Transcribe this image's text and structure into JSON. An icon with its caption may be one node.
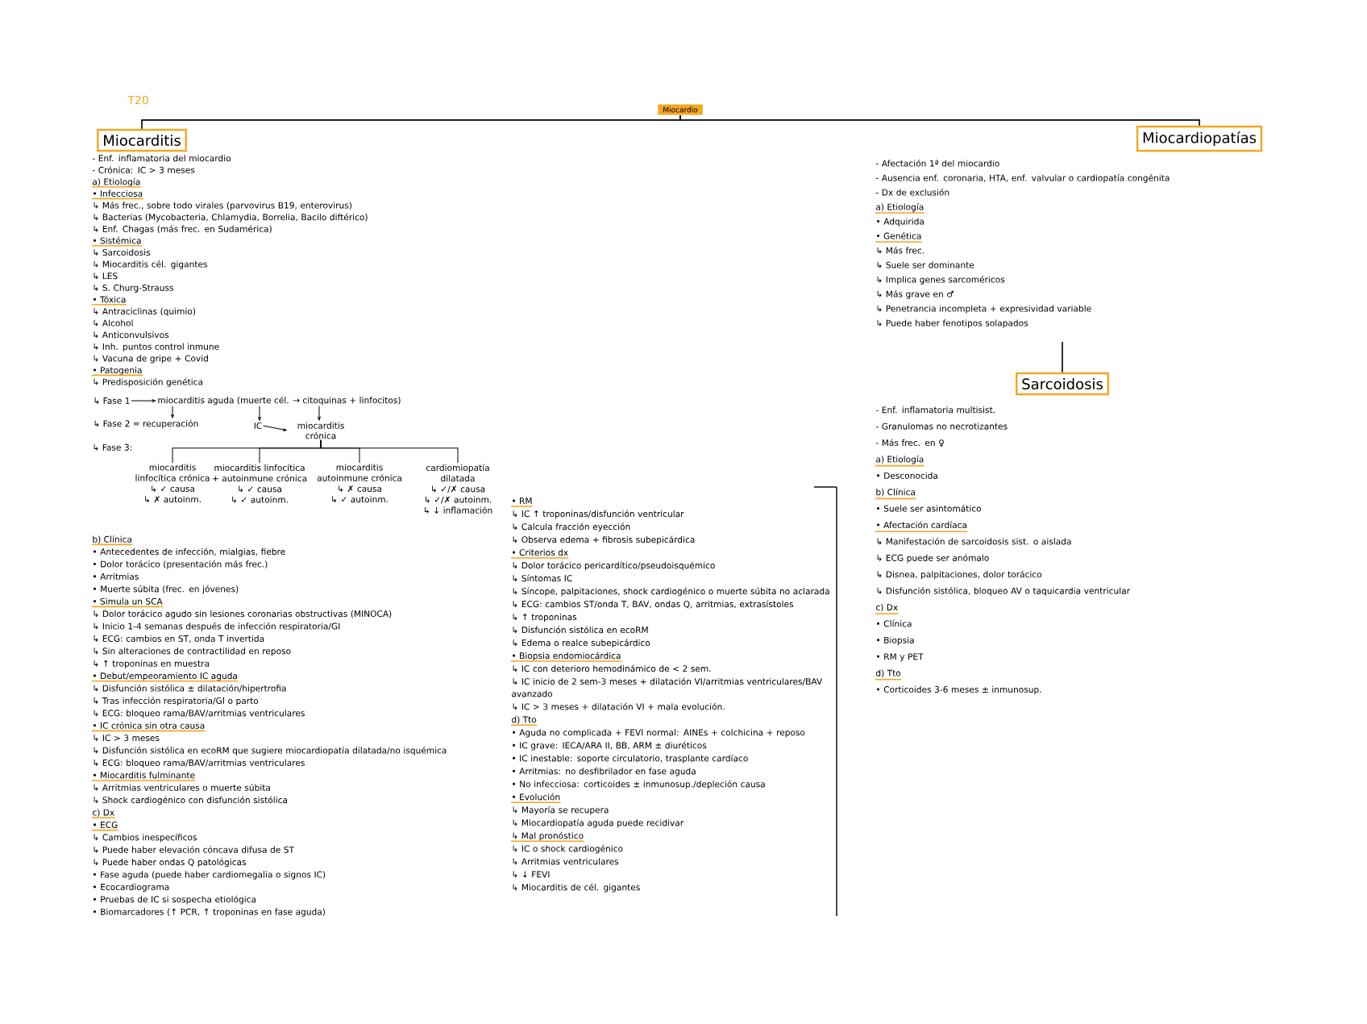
{
  "diagram": {
    "nodes": [
      {
        "text": [
          "Miocardio"
        ]
      },
      {
        "text": [
          "Miocarditis"
        ]
      },
      {
        "text": [
          "Miocardiopatías"
        ]
      },
      {
        "text": [
          "Sarcoidosis"
        ]
      },
      {
        "text": [
          "↳ Fase 1"
        ]
      },
      {
        "text": [
          "miocarditis aguda (muerte cél. → citoquinas + linfocitos)"
        ]
      },
      {
        "text": [
          "↳ Fase 2 = recuperación"
        ]
      },
      {
        "text": [
          "IC"
        ]
      },
      {
        "text": [
          "miocarditis crónica"
        ]
      },
      {
        "text": [
          "miocarditis linfocítica crónica",
          "↳ ✓ causa",
          "↳ ✗ autoinm."
        ]
      },
      {
        "text": [
          "miocarditis linfocítica + autoinmune crónica",
          "↳ ✓ causa",
          "↳ ✓ autoinm."
        ]
      },
      {
        "text": [
          "miocarditis autoinmune crónica",
          "↳ ✗ causa",
          "↳ ✓ autoinm."
        ]
      },
      {
        "text": [
          "cardiomiopatía dilatada",
          "↳ ✓/✗ causa",
          "↳ ✓/✗ autoinm.",
          "↳ ↓ inflamación"
        ]
      }
    ],
    "edges": [
      {
        "from": 0,
        "to": 1,
        "arrow": "none"
      },
      {
        "from": 0,
        "to": 2,
        "arrow": "none"
      },
      {
        "from": null,
        "to": 3,
        "arrow": "none"
      },
      {
        "from": 4,
        "to": 5,
        "arrow": "to"
      },
      {
        "from": 5,
        "to": 6,
        "arrow": "to"
      },
      {
        "from": 5,
        "to": 7,
        "arrow": "to"
      },
      {
        "from": 5,
        "to": 8,
        "arrow": "to"
      },
      {
        "from": 7,
        "to": 8,
        "arrow": "to"
      },
      {
        "from": 8,
        "to": 9,
        "arrow": "none"
      },
      {
        "from": 8,
        "to": 10,
        "arrow": "none"
      },
      {
        "from": 8,
        "to": 11,
        "arrow": "none"
      },
      {
        "from": 8,
        "to": 12,
        "arrow": "none"
      }
    ],
    "labels": [
      "T20",
      "- Enf. inflamatoria del miocardio",
      "- Crónica: IC > 3 meses",
      "a) Etiología",
      "• Infecciosa",
      "↳ Más frec., sobre todo virales (parvovirus B19, enterovirus)",
      "↳ Bacterias (Mycobacteria, Chlamydia, Borrelia, Bacilo diftérico)",
      "↳ Enf. Chagas (más frec. en Sudamérica)",
      "• Sistémica",
      "↳ Sarcoidosis",
      "↳ Miocarditis cél. gigantes",
      "↳ LES",
      "↳ S. Churg-Strauss",
      "• Tóxica",
      "↳ Antraciclinas (quimio)",
      "↳ Alcohol",
      "↳ Anticonvulsivos",
      "↳ Inh. puntos control inmune",
      "↳ Vacuna de gripe + Covid",
      "• Patogenia",
      "↳ Predisposición genética",
      "↳ Fase 3:",
      "b) Clínica",
      "• Antecedentes de infección, mialgias, fiebre",
      "• Dolor torácico (presentación más frec.)",
      "• Arritmias",
      "• Muerte súbita (frec. en jóvenes)",
      "• Simula un SCA",
      "↳ Dolor torácico agudo sin lesiones coronarias obstructivas (MINOCA)",
      "↳ Inicio 1-4 semanas después de infección respiratoria/GI",
      "↳ ECG: cambios en ST, onda T invertida",
      "↳ Sin alteraciones de contractilidad en reposo",
      "↳ ↑ troponinas en muestra",
      "• Debut/empeoramiento IC aguda",
      "↳ Disfunción sistólica ± dilatación/hipertrofia",
      "↳ Tras infección respiratoria/GI o parto",
      "↳ ECG: bloqueo rama/BAV/arritmias ventriculares",
      "• IC crónica sin otra causa",
      "↳ IC > 3 meses",
      "↳ Disfunción sistólica en ecoRM que sugiere miocardiopatía dilatada/no isquémica",
      "↳ ECG: bloqueo rama/BAV/arritmias ventriculares",
      "• Miocarditis fulminante",
      "↳ Arritmias ventriculares o muerte súbita",
      "↳ Shock cardiogénico con disfunción sistólica",
      "c) Dx",
      "• ECG",
      "↳ Cambios inespecíficos",
      "↳ Puede haber elevación cóncava difusa de ST",
      "↳ Puede haber ondas Q patológicas",
      "• Fase aguda (puede haber cardiomegalia o signos IC)",
      "• Ecocardiograma",
      "• Pruebas de IC si sospecha etiológica",
      "• Biomarcadores (↑ PCR, ↑ troponinas en fase aguda)",
      "• RM",
      "↳ IC ↑ troponinas/disfunción ventricular",
      "↳ Calcula fracción eyección",
      "↳ Observa edema + fibrosis subepicárdica",
      "• Criterios dx",
      "↳ Dolor torácico pericardítico/pseudoisquémico",
      "↳ Síntomas IC",
      "↳ Síncope, palpitaciones, shock cardiogénico o muerte súbita no aclarada",
      "↳ ECG: cambios ST/onda T, BAV, ondas Q, arritmias, extrasístoles",
      "↳ ↑ troponinas",
      "↳ Disfunción sistólica en ecoRM",
      "↳ Edema o realce subepicárdico",
      "• Biopsia endomiocárdica",
      "↳ IC con deterioro hemodinámico de < 2 sem.",
      "↳ IC inicio de 2 sem-3 meses + dilatación VI/arritmias ventriculares/BAV avanzado",
      "↳ IC > 3 meses + dilatación VI + mala evolución.",
      "d) Tto",
      "• Aguda no complicada + FEVI normal: AINEs + colchicina + reposo",
      "• IC grave: IECA/ARA II, BB, ARM ± diuréticos",
      "• IC inestable: soporte circulatorio, trasplante cardíaco",
      "• Arritmias: no desfibrilador en fase aguda",
      "• No infecciosa: corticoides ± inmunosup./depleción causa",
      "• Evolución",
      "↳ Mayoría se recupera",
      "↳ Miocardiopatía aguda puede recidivar",
      "↳ Mal pronóstico",
      "↳ IC o shock cardiogénico",
      "↳ Arritmias ventriculares",
      "↳ ↓ FEVI",
      "↳ Miocarditis de cél. gigantes",
      "- Afectación 1ª del miocardio",
      "- Ausencia enf. coronaria, HTA, enf. valvular o cardiopatía congénita",
      "- Dx de exclusión",
      "a) Etiología",
      "• Adquirida",
      "• Genética",
      "↳ Más frec.",
      "↳ Suele ser dominante",
      "↳ Implica genes sarcoméricos",
      "↳ Más grave en ♂",
      "↳ Penetrancia incompleta + expresividad variable",
      "↳ Puede haber fenotipos solapados",
      "- Enf. inflamatoria multisist.",
      "- Granulomas no necrotizantes",
      "- Más frec. en ♀",
      "a) Etiología",
      "• Desconocida",
      "b) Clínica",
      "• Suele ser asintomático",
      "• Afectación cardíaca",
      "↳ Manifestación de sarcoidosis sist. o aislada",
      "↳ ECG puede ser anómalo",
      "↳ Disnea, palpitaciones, dolor torácico",
      "↳ Disfunción sistólica, bloqueo AV o taquicardia ventricular",
      "c) Dx",
      "• Clínica",
      "• Biopsia",
      "• RM y PET",
      "d) Tto",
      "• Corticoides 3-6 meses ± inmunosup."
    ]
  }
}
